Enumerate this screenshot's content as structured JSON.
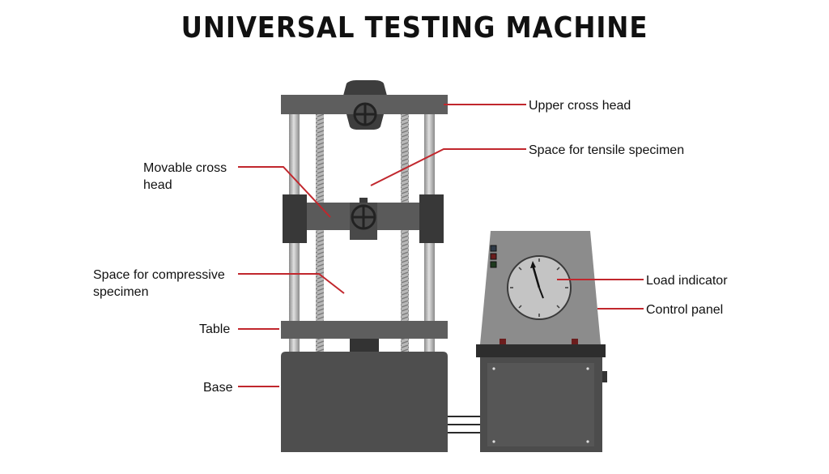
{
  "title": "UNIVERSAL TESTING MACHINE",
  "colors": {
    "leader_line": "#c1272d",
    "frame_dark": "#4d4d4d",
    "frame_mid": "#5a5a5a",
    "column_light": "#bdbdbd",
    "panel_gray": "#8c8c8c",
    "dial_face": "#c4c4c4"
  },
  "labels": {
    "upper_cross_head": "Upper cross head",
    "tensile_space": "Space for tensile specimen",
    "movable_cross_head_line1": "Movable cross",
    "movable_cross_head_line2": "head",
    "compressive_space_line1": "Space for compressive",
    "compressive_space_line2": "specimen",
    "table": "Table",
    "base": "Base",
    "load_indicator": "Load indicator",
    "control_panel": "Control panel"
  }
}
